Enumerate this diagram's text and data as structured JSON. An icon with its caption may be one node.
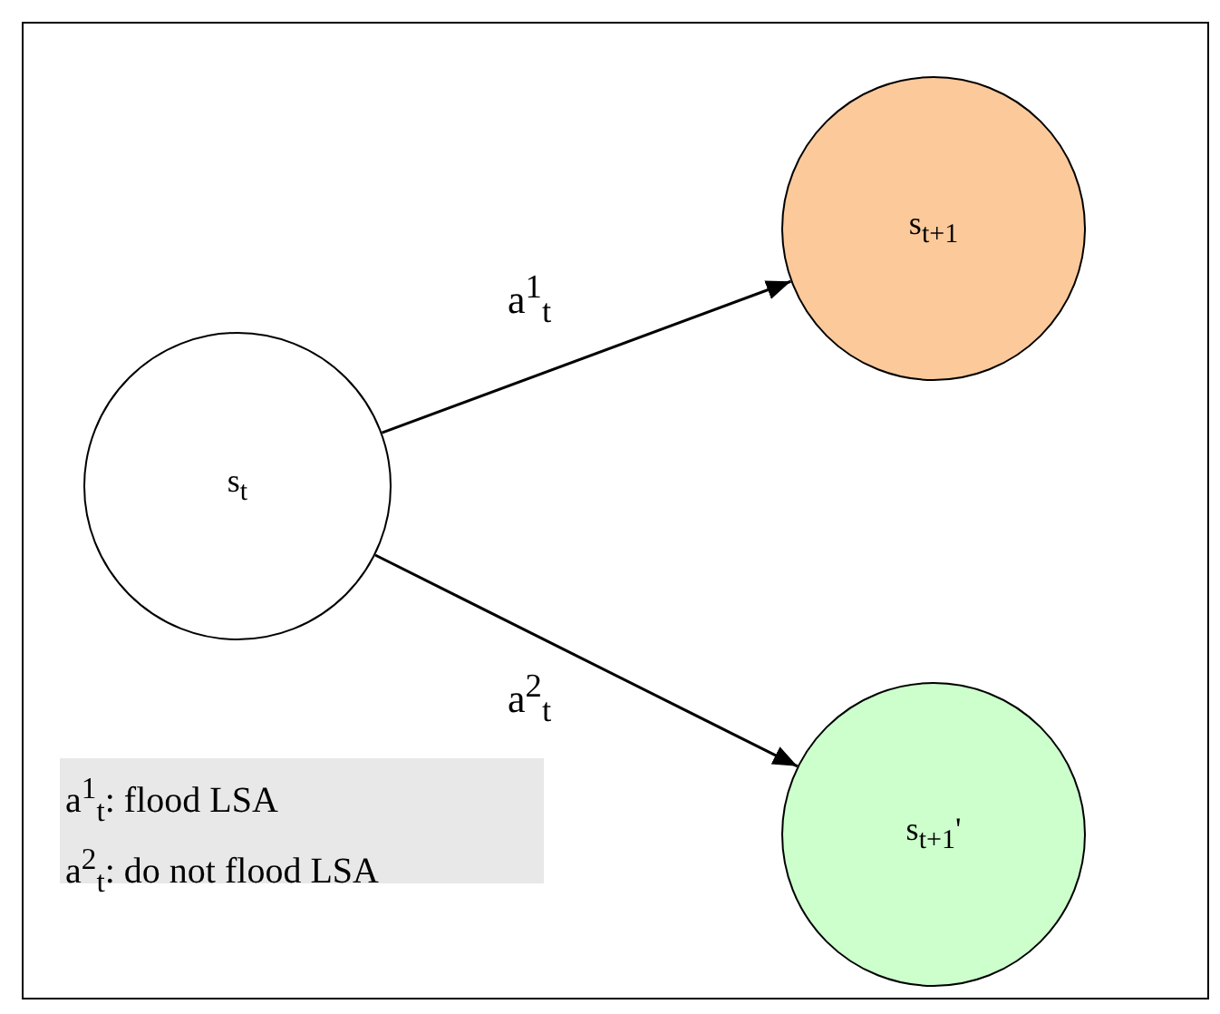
{
  "diagram": {
    "nodes": [
      {
        "text": [
          "s$_{t}$"
        ]
      },
      {
        "text": [
          "s$_{t+1}$"
        ]
      },
      {
        "text": [
          "s$_{t+1}$'"
        ]
      },
      {
        "text": [
          "a$^{1}$$_{t}$: flood LSA",
          "a$^{2}$$_{t}$: do not flood LSA"
        ]
      }
    ],
    "edges": [
      {
        "from": 0,
        "to": 1,
        "arrow": "to",
        "label": "a$^{1}$$_{t}$"
      },
      {
        "from": 0,
        "to": 2,
        "arrow": "to",
        "label": "a$^{2}$$_{t}$"
      }
    ]
  }
}
